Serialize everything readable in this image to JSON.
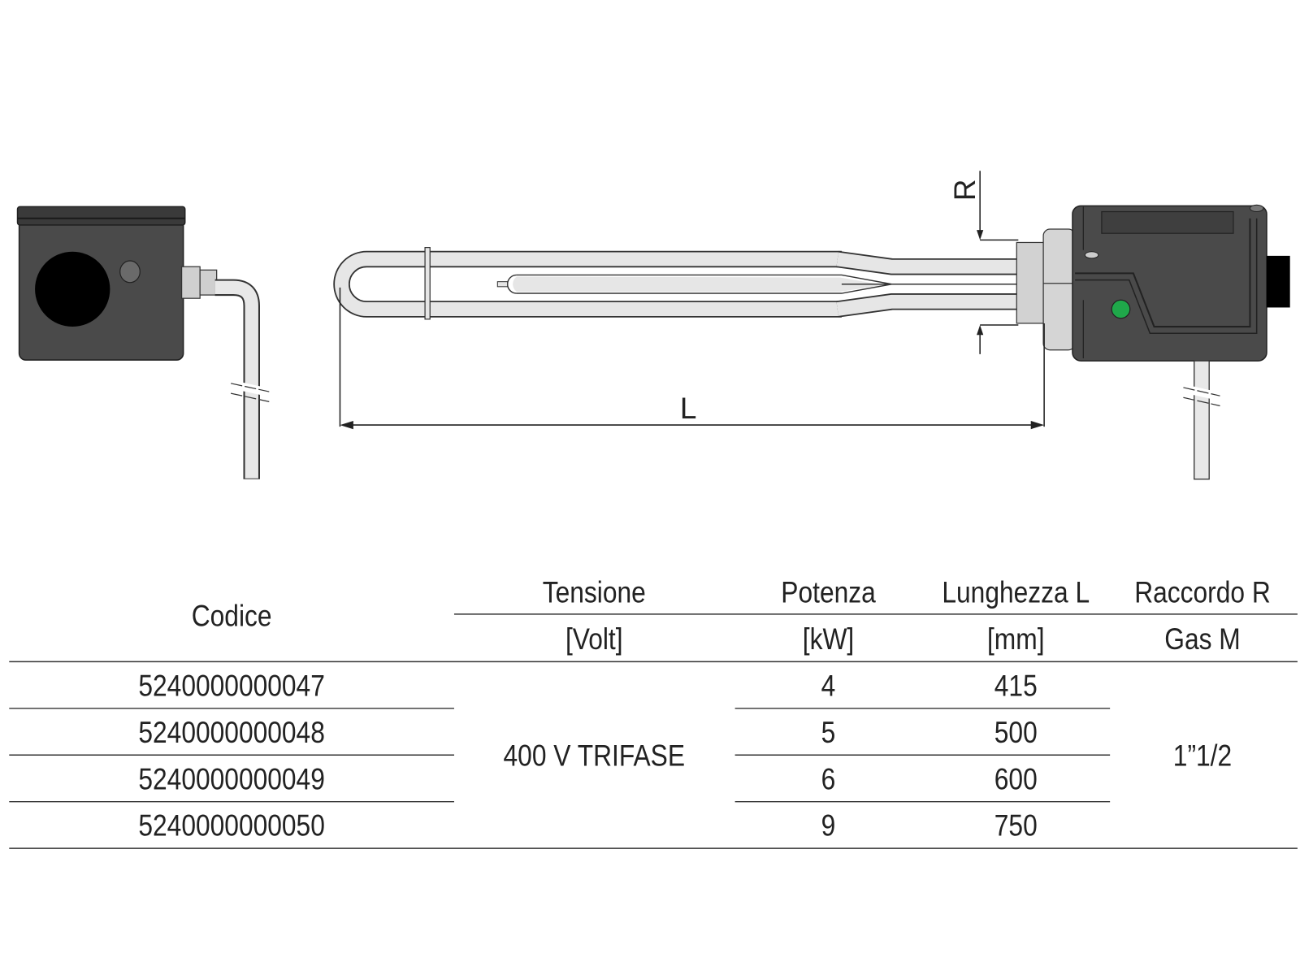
{
  "drawing": {
    "dimension_length_label": "L",
    "dimension_fitting_label": "R",
    "colors": {
      "housing": "#4a4a4a",
      "tube": "#e6e6e6",
      "fitting": "#d2d2d2",
      "indicator": "#1fa84a"
    }
  },
  "table": {
    "headers": {
      "code": "Codice",
      "voltage": "Tensione",
      "voltage_unit": "[Volt]",
      "power": "Potenza",
      "power_unit": "[kW]",
      "length": "Lunghezza L",
      "length_unit": "[mm]",
      "fitting": "Raccordo R",
      "fitting_unit": "Gas M"
    },
    "rows": [
      {
        "code": "5240000000047",
        "power": "4",
        "length": "415"
      },
      {
        "code": "5240000000048",
        "power": "5",
        "length": "500"
      },
      {
        "code": "5240000000049",
        "power": "6",
        "length": "600"
      },
      {
        "code": "5240000000050",
        "power": "9",
        "length": "750"
      }
    ],
    "voltage_value": "400 V TRIFASE",
    "fitting_value": "1”1/2"
  }
}
